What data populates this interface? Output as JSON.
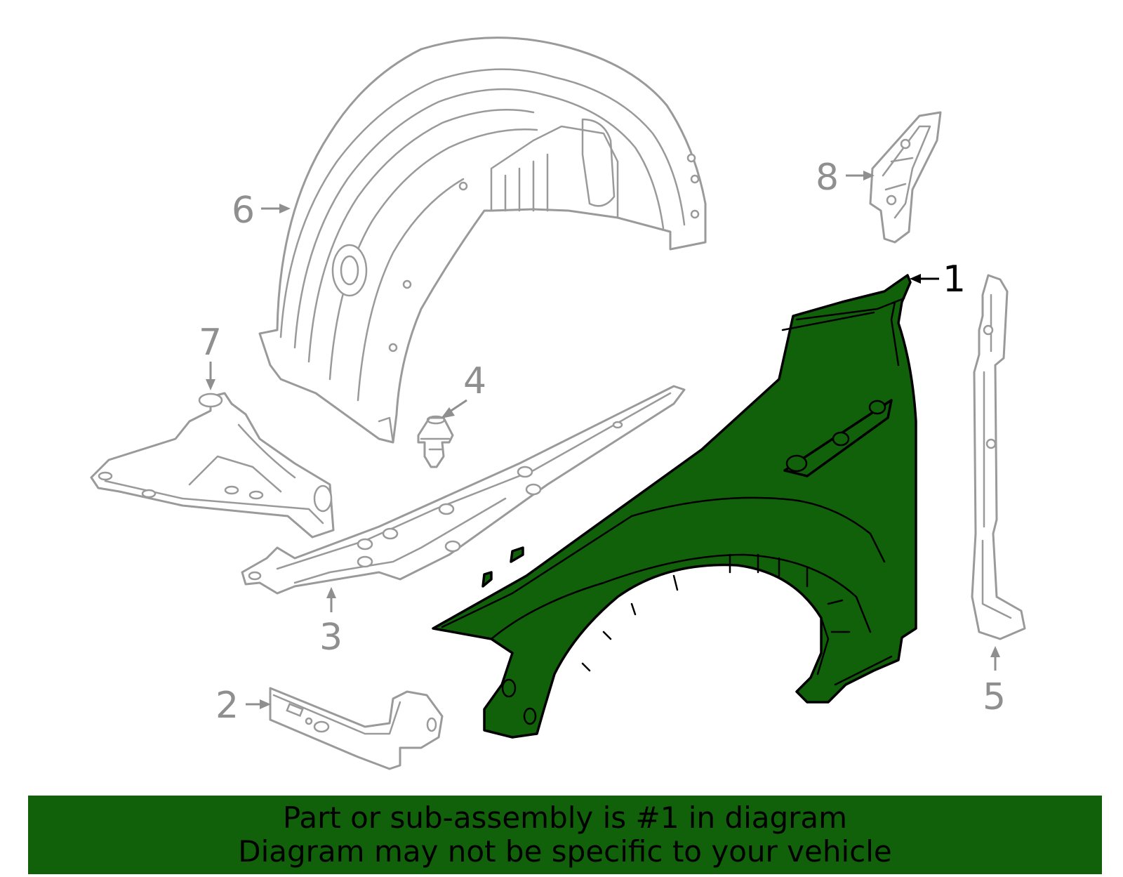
{
  "parts": [
    {
      "number": "1",
      "highlighted": true
    },
    {
      "number": "2",
      "highlighted": false
    },
    {
      "number": "3",
      "highlighted": false
    },
    {
      "number": "4",
      "highlighted": false
    },
    {
      "number": "5",
      "highlighted": false
    },
    {
      "number": "6",
      "highlighted": false
    },
    {
      "number": "7",
      "highlighted": false
    },
    {
      "number": "8",
      "highlighted": false
    }
  ],
  "banner": {
    "line1": "Part or sub-assembly is #1 in diagram",
    "line2": "Diagram may not be specific to your vehicle"
  },
  "colors": {
    "highlight_fill": "#11600a",
    "outline_gray": "#9a9a9a",
    "label_gray": "#8f8f8f"
  }
}
